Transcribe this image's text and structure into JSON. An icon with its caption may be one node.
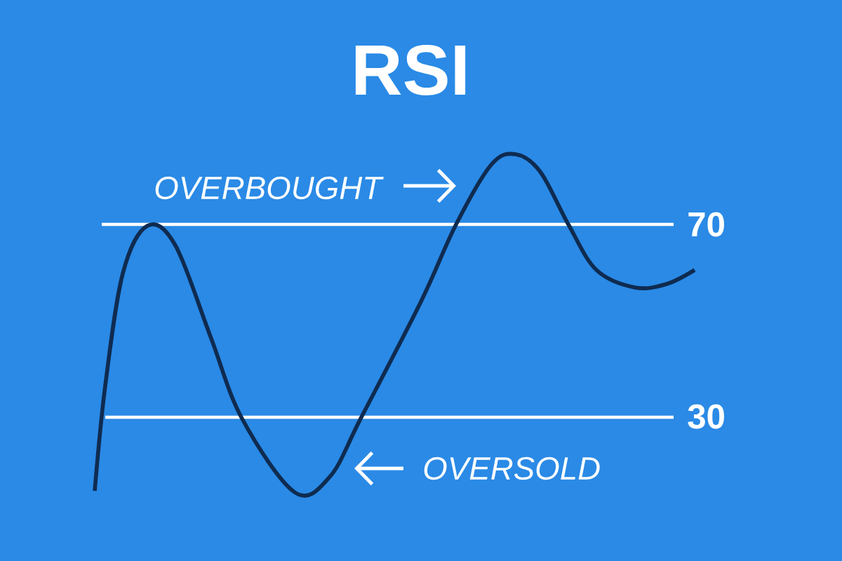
{
  "diagram": {
    "title": "RSI",
    "labels": [
      "OVERBOUGHT",
      "70",
      "30",
      "OVERSOLD"
    ]
  }
}
